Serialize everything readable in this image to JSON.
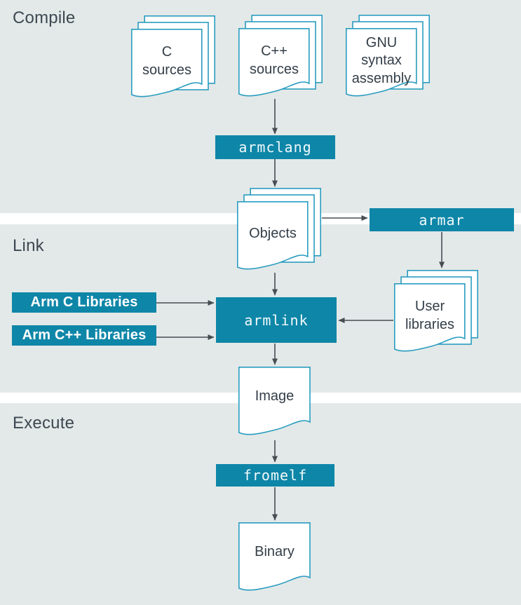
{
  "sections": {
    "compile": {
      "label": "Compile"
    },
    "link": {
      "label": "Link"
    },
    "execute": {
      "label": "Execute"
    }
  },
  "nodes": {
    "c_sources": {
      "label": "C\nsources",
      "kind": "document-stack"
    },
    "cpp_sources": {
      "label": "C++\nsources",
      "kind": "document-stack"
    },
    "gnu_assembly": {
      "label": "GNU\nsyntax\nassembly",
      "kind": "document-stack"
    },
    "armclang": {
      "label": "armclang",
      "kind": "tool"
    },
    "objects": {
      "label": "Objects",
      "kind": "document-stack"
    },
    "armar": {
      "label": "armar",
      "kind": "tool"
    },
    "arm_c_libraries": {
      "label": "Arm C Libraries",
      "kind": "library"
    },
    "arm_cpp_libraries": {
      "label": "Arm C++ Libraries",
      "kind": "library"
    },
    "user_libraries": {
      "label": "User\nlibraries",
      "kind": "document-stack"
    },
    "armlink": {
      "label": "armlink",
      "kind": "tool"
    },
    "image": {
      "label": "Image",
      "kind": "document"
    },
    "fromelf": {
      "label": "fromelf",
      "kind": "tool"
    },
    "binary": {
      "label": "Binary",
      "kind": "document"
    }
  },
  "edges": [
    {
      "from": "cpp_sources",
      "to": "armclang"
    },
    {
      "from": "armclang",
      "to": "objects"
    },
    {
      "from": "objects",
      "to": "armar"
    },
    {
      "from": "armar",
      "to": "user_libraries"
    },
    {
      "from": "arm_c_libraries",
      "to": "armlink"
    },
    {
      "from": "arm_cpp_libraries",
      "to": "armlink"
    },
    {
      "from": "objects",
      "to": "armlink"
    },
    {
      "from": "user_libraries",
      "to": "armlink"
    },
    {
      "from": "armlink",
      "to": "image"
    },
    {
      "from": "image",
      "to": "fromelf"
    },
    {
      "from": "fromelf",
      "to": "binary"
    }
  ],
  "colors": {
    "accent_teal": "#0e86a8",
    "document_border": "#299cc0",
    "arrow": "#464d53",
    "background": "#e3e9e8",
    "divider_band": "#ffffff",
    "section_label_text": "#3d4852",
    "document_text": "#333e48",
    "tool_text": "#f2fafb"
  }
}
